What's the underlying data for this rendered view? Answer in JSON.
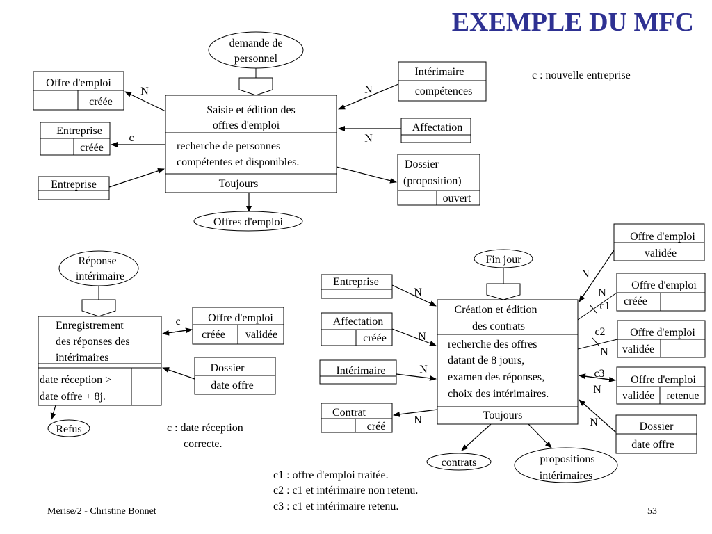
{
  "slide": {
    "title": "EXEMPLE DU MFC",
    "footer_left": "Merise/2 - Christine Bonnet",
    "page_number": "53",
    "title_color": "#2e3192"
  },
  "op1": {
    "event_in": [
      "demande de",
      "personnel"
    ],
    "name": [
      "Saisie et édition des",
      "offres d'emploi"
    ],
    "action": [
      "recherche de personnes",
      "compétentes et disponibles."
    ],
    "rule": "Toujours",
    "event_out": "Offres d'emploi",
    "note": "c : nouvelle entreprise",
    "entities": {
      "offre_emploi": {
        "name": "Offre d'emploi",
        "state": "créée"
      },
      "entreprise_created": {
        "name": "Entreprise",
        "state": "créée"
      },
      "entreprise": {
        "name": "Entreprise"
      },
      "interimaire": {
        "name": "Intérimaire",
        "attr": "compétences"
      },
      "affectation": {
        "name": "Affectation"
      },
      "dossier": {
        "name": [
          "Dossier",
          "(proposition)"
        ],
        "state": "ouvert"
      }
    },
    "cardinalities": {
      "offre": "N",
      "entreprise": "c",
      "interimaire": "N",
      "affectation": "N"
    }
  },
  "op2": {
    "event_in": [
      "Réponse",
      "intérimaire"
    ],
    "name": [
      "Enregistrement",
      "des réponses des",
      "intérimaires"
    ],
    "action": [
      "date réception >",
      "date offre + 8j."
    ],
    "event_out": "Refus",
    "note": [
      "c : date réception",
      "correcte."
    ],
    "entities": {
      "offre_emploi": {
        "name": "Offre d'emploi",
        "states": [
          "créée",
          "validée"
        ]
      },
      "dossier": {
        "name": "Dossier",
        "attr": "date offre"
      }
    },
    "cardinalities": {
      "offre": "c"
    }
  },
  "op3": {
    "event_in": "Fin jour",
    "name": [
      "Création et édition",
      "des contrats"
    ],
    "action": [
      "recherche des offres",
      "datant de 8 jours,",
      "examen des réponses,",
      "choix des intérimaires."
    ],
    "rule": "Toujours",
    "events_out": [
      "contrats",
      [
        "propositions",
        "intérimaires"
      ]
    ],
    "conditions": [
      "c1 : offre d'emploi traitée.",
      "c2 : c1 et intérimaire non retenu.",
      "c3 : c1 et intérimaire retenu."
    ],
    "entities": {
      "entreprise": {
        "name": "Entreprise"
      },
      "affectation": {
        "name": "Affectation",
        "state": "créée"
      },
      "interimaire": {
        "name": "Intérimaire"
      },
      "contrat": {
        "name": "Contrat",
        "state": "créé"
      },
      "offre_validee": {
        "name": "Offre d'emploi",
        "state": "validée"
      },
      "offre_c1": {
        "name": "Offre d'emploi",
        "state": "créée"
      },
      "offre_c2": {
        "name": "Offre d'emploi",
        "state": "validée"
      },
      "offre_c3": {
        "name": "Offre d'emploi",
        "states": [
          "validée",
          "retenue"
        ]
      },
      "dossier": {
        "name": "Dossier",
        "attr": "date offre"
      }
    },
    "cardinalities": {
      "entreprise": "N",
      "affectation": "N",
      "interimaire": "N",
      "contrat": "N",
      "offre_validee": "N",
      "offre_c1_n": "N",
      "offre_c1": "c1",
      "offre_c2": "c2",
      "offre_c2_n": "N",
      "offre_c3": "c3",
      "offre_c3_n": "N",
      "dossier": "N"
    }
  }
}
